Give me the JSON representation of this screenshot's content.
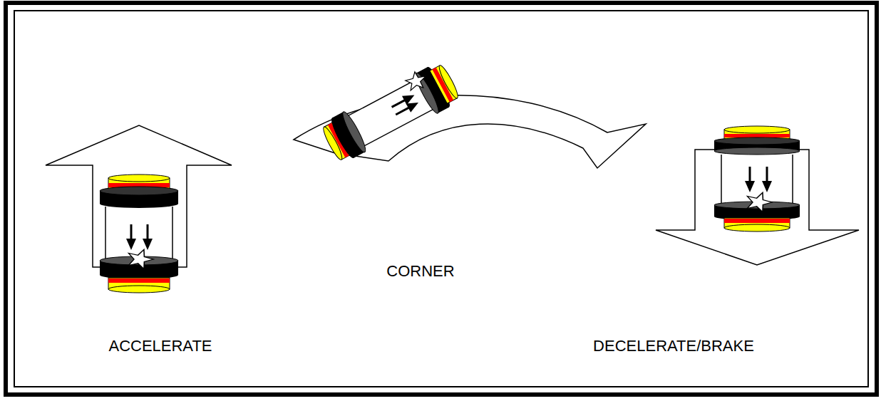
{
  "diagram": {
    "labels": [
      "ACCELERATE",
      "CORNER",
      "DECELERATE/BRAKE"
    ]
  }
}
